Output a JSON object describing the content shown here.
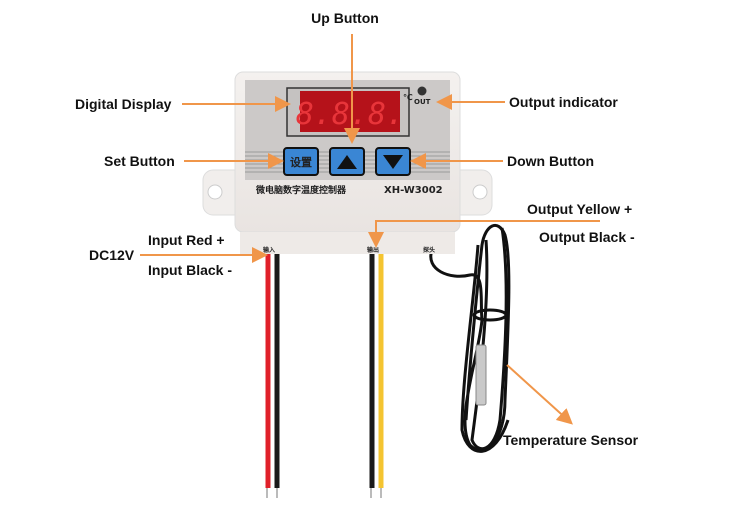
{
  "labels": {
    "up_button": "Up Button",
    "digital_display": "Digital Display",
    "output_indicator": "Output indicator",
    "set_button": "Set Button",
    "down_button": "Down Button",
    "output_yellow": "Output Yellow +",
    "output_black": "Output Black -",
    "input_red": "Input Red +",
    "input_black": "Input Black -",
    "dc12v": "DC12V",
    "temperature_sensor": "Temperature Sensor"
  },
  "device": {
    "display_reading": "8.8.8.",
    "unit": "℃",
    "out_label": "OUT",
    "set_key": "设置",
    "product_name": "微电脑数字温度控制器",
    "model": "XH-W3002",
    "port_input": "输入",
    "port_output": "输出",
    "port_probe": "探头"
  },
  "colors": {
    "leader": "#f0964a",
    "display_red": "#d8171a",
    "button_blue": "#3a86d4",
    "wire_red": "#e0202a",
    "wire_yellow": "#f4c430"
  }
}
